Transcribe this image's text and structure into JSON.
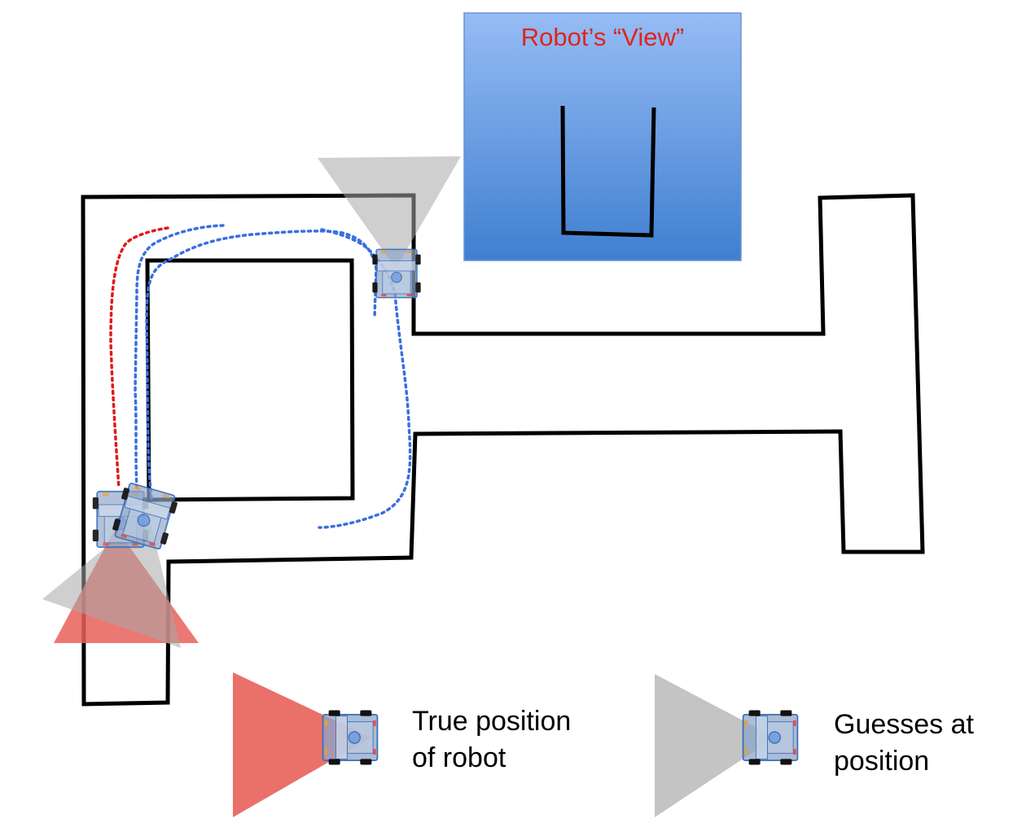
{
  "view_panel": {
    "title": "Robot’s “View”",
    "fill_top": "#96bcf4",
    "fill_bottom": "#3f7fd0"
  },
  "legend": {
    "true_position": {
      "line1": "True position",
      "line2": "of robot",
      "color": "#e8605a"
    },
    "guesses": {
      "line1": "Guesses at",
      "line2": "position",
      "color": "#b8b8b8"
    }
  },
  "colors": {
    "wall": "#000000",
    "true_path": "#e01a1a",
    "guess_path": "#3a6fe0",
    "robot_body": "#8fa6c8",
    "robot_outline": "#3b6fb8"
  },
  "icons": [
    "robot-car-icon",
    "sensor-cone-icon"
  ]
}
